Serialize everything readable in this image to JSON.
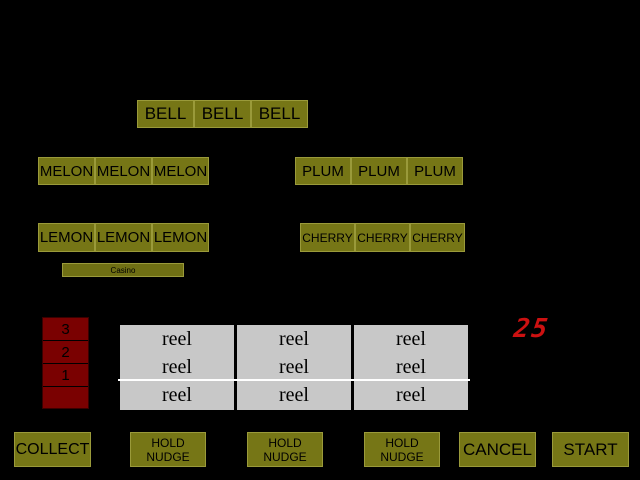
{
  "colors": {
    "background": "#000000",
    "panel_olive": "#767616",
    "panel_border": "#9a9a3a",
    "reel_grey": "#c8c8c8",
    "winline_red": "#7a0101",
    "led_red": "#cc1111",
    "payline_white": "#ffffff",
    "text_black": "#000000"
  },
  "paytable": {
    "bell_row": [
      "BELL",
      "BELL",
      "BELL"
    ],
    "melon_row": [
      "MELON",
      "MELON",
      "MELON"
    ],
    "plum_row": [
      "PLUM",
      "PLUM",
      "PLUM"
    ],
    "lemon_row": [
      "LEMON",
      "LEMON",
      "LEMON"
    ],
    "cherry_row": [
      "CHERRY",
      "CHERRY",
      "CHERRY"
    ],
    "casino_label": "Casino"
  },
  "winline_panel": {
    "numbers": [
      "3",
      "2",
      "1"
    ]
  },
  "reels": [
    {
      "cells": [
        "reel",
        "reel",
        "reel"
      ]
    },
    {
      "cells": [
        "reel",
        "reel",
        "reel"
      ]
    },
    {
      "cells": [
        "reel",
        "reel",
        "reel"
      ]
    }
  ],
  "led_display": {
    "value": "25"
  },
  "buttons": {
    "collect": "COLLECT",
    "hold_buttons": [
      {
        "line1": "HOLD",
        "line2": "NUDGE"
      },
      {
        "line1": "HOLD",
        "line2": "NUDGE"
      },
      {
        "line1": "HOLD",
        "line2": "NUDGE"
      }
    ],
    "cancel": "CANCEL",
    "start": "START"
  }
}
